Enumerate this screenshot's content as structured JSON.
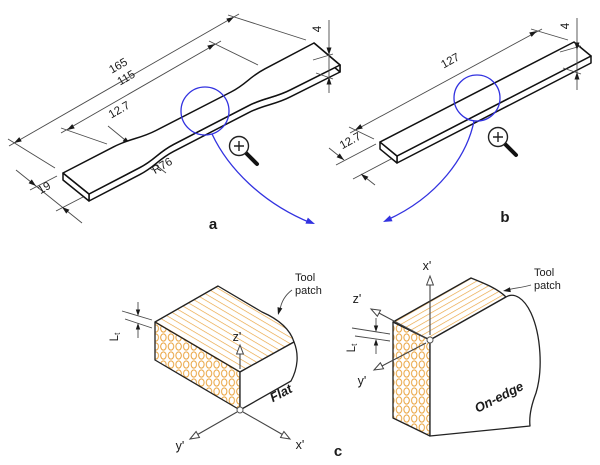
{
  "colors": {
    "hatch": "#E9A23C",
    "accent_blue": "#3232E0"
  },
  "panel_a": {
    "label": "a",
    "dims": {
      "overall_length": "165",
      "shoulder_span": "115",
      "gauge_width": "12.7",
      "fillet_radius": "R76",
      "grip_width": "19",
      "thickness": "4"
    }
  },
  "panel_b": {
    "label": "b",
    "dims": {
      "length": "127",
      "width": "12.7",
      "thickness": "4"
    }
  },
  "panel_c": {
    "label": "c",
    "flat": {
      "caption": "Flat",
      "tool_patch": {
        "line1": "Tool",
        "line2": "patch"
      },
      "axes": {
        "x": "x'",
        "y": "y'",
        "z": "z'"
      },
      "layer_thickness": {
        "symbol": "L",
        "subscript": "t"
      }
    },
    "on_edge": {
      "caption": "On-edge",
      "tool_patch": {
        "line1": "Tool",
        "line2": "patch"
      },
      "axes": {
        "x": "x'",
        "y": "y'",
        "z": "z'"
      },
      "layer_thickness": {
        "symbol": "L",
        "subscript": "t"
      }
    }
  }
}
